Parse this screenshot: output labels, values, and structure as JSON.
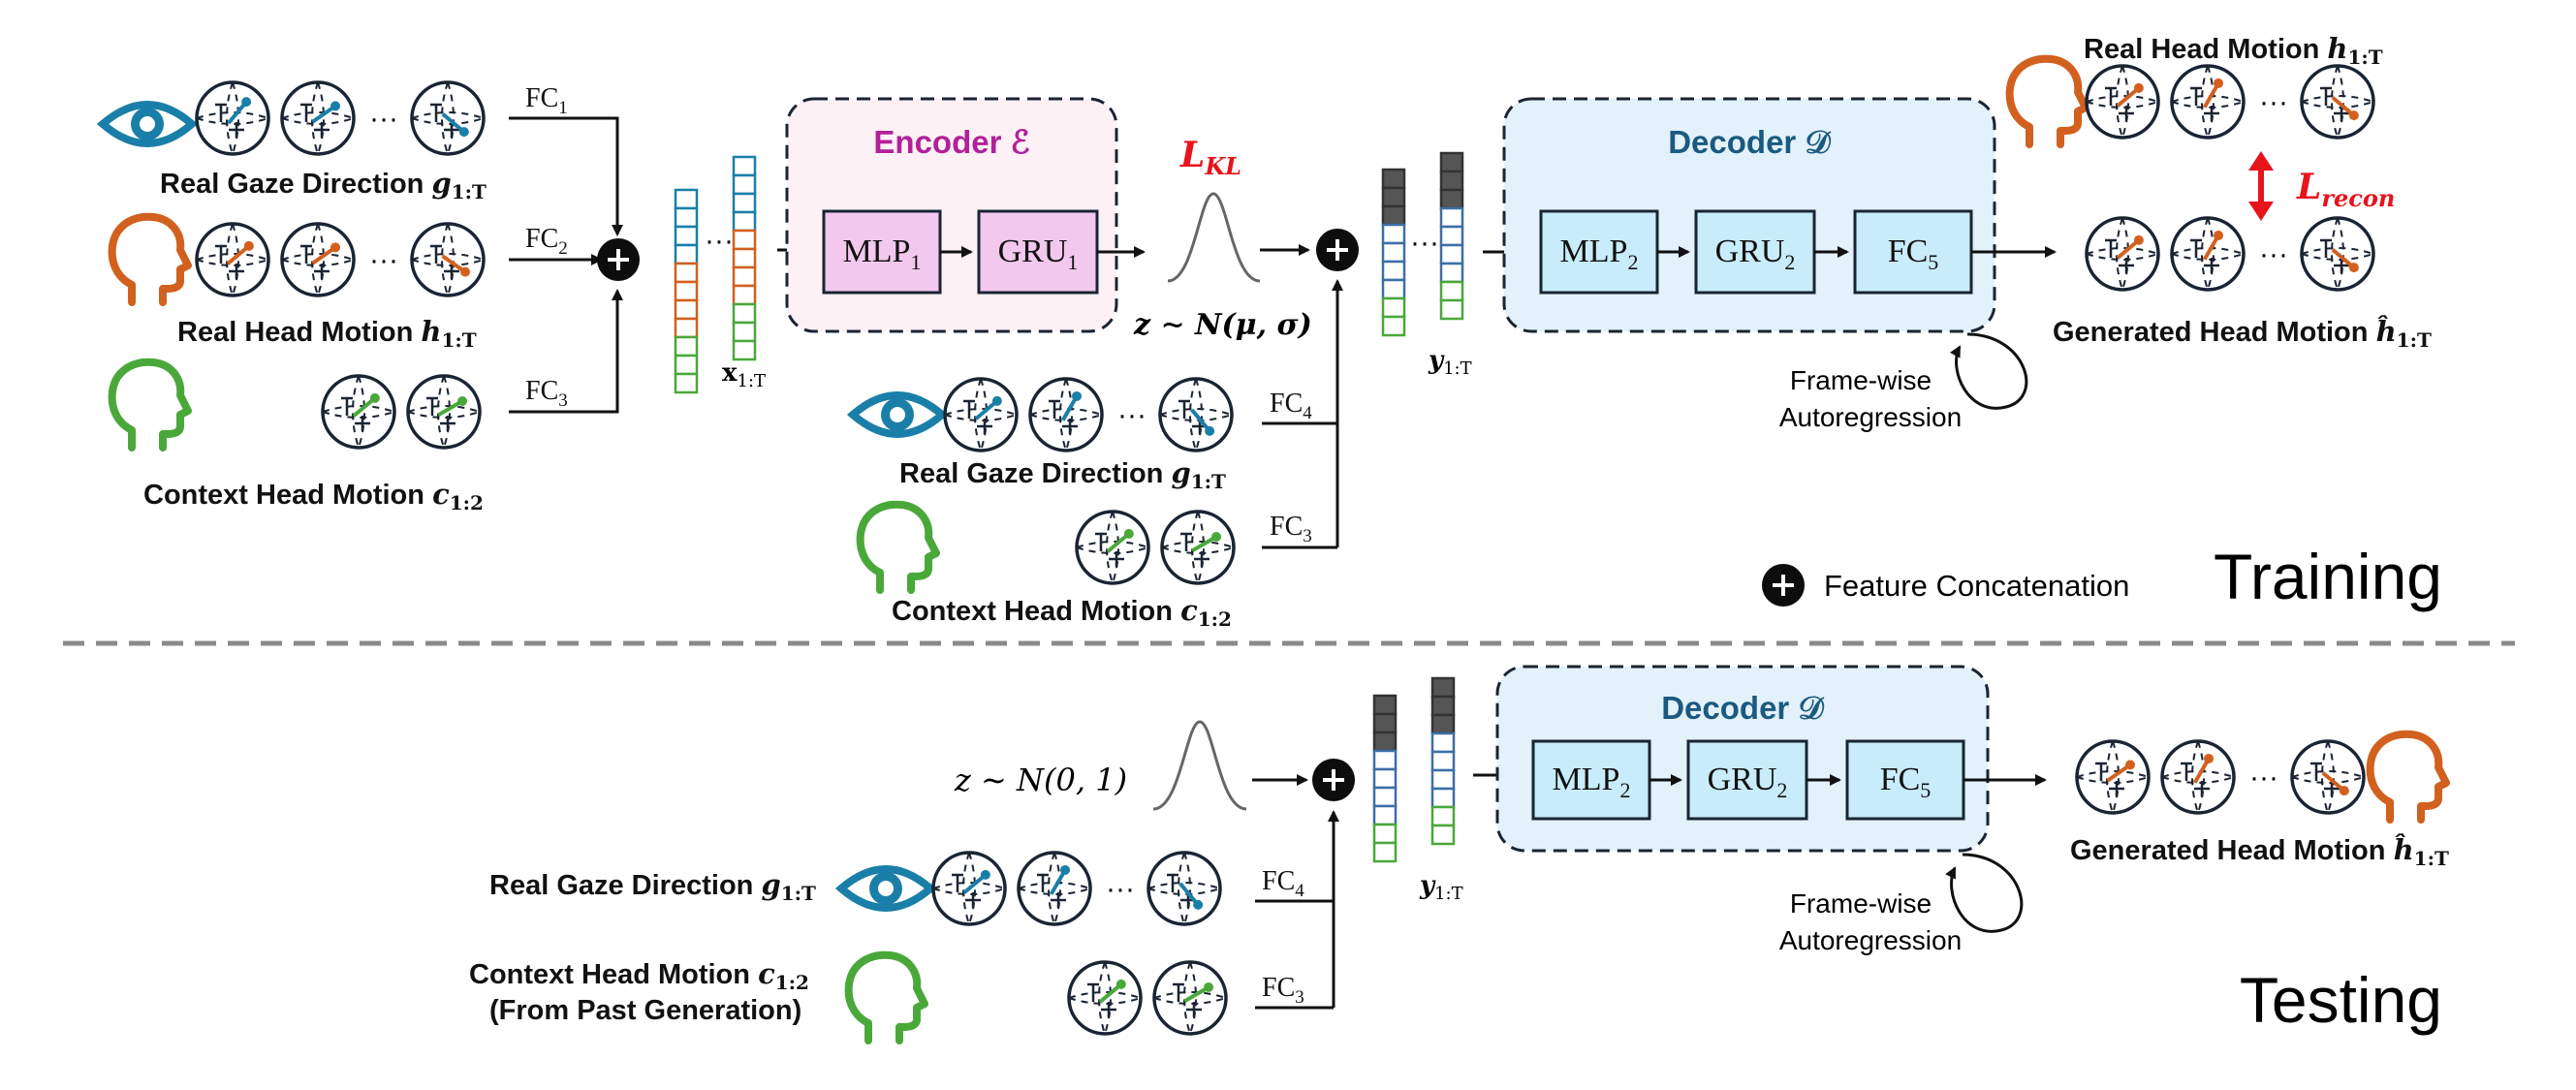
{
  "training": {
    "section_label": "Training",
    "inputs": {
      "gaze_label": "Real Gaze Direction",
      "gaze_var": "g",
      "gaze_sub": "1:T",
      "head_label": "Real Head Motion",
      "head_var": "h",
      "head_sub": "1:T",
      "context_label": "Context Head Motion",
      "context_var": "c",
      "context_sub": "1:2"
    },
    "fc": {
      "fc1": "FC",
      "fc1_sub": "1",
      "fc2": "FC",
      "fc2_sub": "2",
      "fc3": "FC",
      "fc3_sub": "3",
      "fc4": "FC",
      "fc4_sub": "4",
      "fc3b": "FC",
      "fc3b_sub": "3"
    },
    "x_var": "x",
    "x_sub": "1:T",
    "encoder": {
      "title": "Encoder ℰ",
      "mlp": "MLP",
      "mlp_sub": "1",
      "gru": "GRU",
      "gru_sub": "1"
    },
    "kl_loss": "L",
    "kl_sub": "KL",
    "z_dist": "z ∼ N(μ, σ)",
    "y_var": "y",
    "y_sub": "1:T",
    "decoder": {
      "title": "Decoder 𝒟",
      "mlp": "MLP",
      "mlp_sub": "2",
      "gru": "GRU",
      "gru_sub": "2",
      "fc": "FC",
      "fc_sub": "5"
    },
    "cond_gaze_label": "Real Gaze Direction",
    "cond_gaze_var": "g",
    "cond_gaze_sub": "1:T",
    "cond_context_label": "Context Head Motion",
    "cond_context_var": "c",
    "cond_context_sub": "1:2",
    "real_head_label": "Real Head Motion",
    "real_head_var": "h",
    "real_head_sub": "1:T",
    "recon_loss": "L",
    "recon_sub": "recon",
    "gen_head_label": "Generated Head Motion",
    "gen_head_var": "ĥ",
    "gen_head_sub": "1:T",
    "autoreg_line1": "Frame-wise",
    "autoreg_line2": "Autoregression",
    "legend_concat": "Feature Concatenation"
  },
  "testing": {
    "section_label": "Testing",
    "z_dist": "z ∼ N(0, 1)",
    "gaze_label": "Real Gaze Direction",
    "gaze_var": "g",
    "gaze_sub": "1:T",
    "context_label": "Context Head Motion",
    "context_var": "c",
    "context_sub": "1:2",
    "context_note": "(From Past Generation)",
    "fc4": "FC",
    "fc4_sub": "4",
    "fc3": "FC",
    "fc3_sub": "3",
    "y_var": "y",
    "y_sub": "1:T",
    "decoder": {
      "title": "Decoder 𝒟",
      "mlp": "MLP",
      "mlp_sub": "2",
      "gru": "GRU",
      "gru_sub": "2",
      "fc": "FC",
      "fc_sub": "5"
    },
    "gen_head_label": "Generated Head Motion",
    "gen_head_var": "ĥ",
    "gen_head_sub": "1:T",
    "autoreg_line1": "Frame-wise",
    "autoreg_line2": "Autoregression"
  },
  "colors": {
    "gaze": "#1a7fa8",
    "head": "#d2601e",
    "context": "#4aa83a",
    "encoder_fill": "#f3c8ee",
    "encoder_bg": "#fdf1f5",
    "encoder_title": "#b2209a",
    "decoder_fill": "#c8ecfa",
    "decoder_bg": "#e3f1fa",
    "decoder_title": "#1a5a80",
    "loss": "#e8141c",
    "dark_cell": "#555555",
    "gray_line": "#8a8a8a"
  }
}
